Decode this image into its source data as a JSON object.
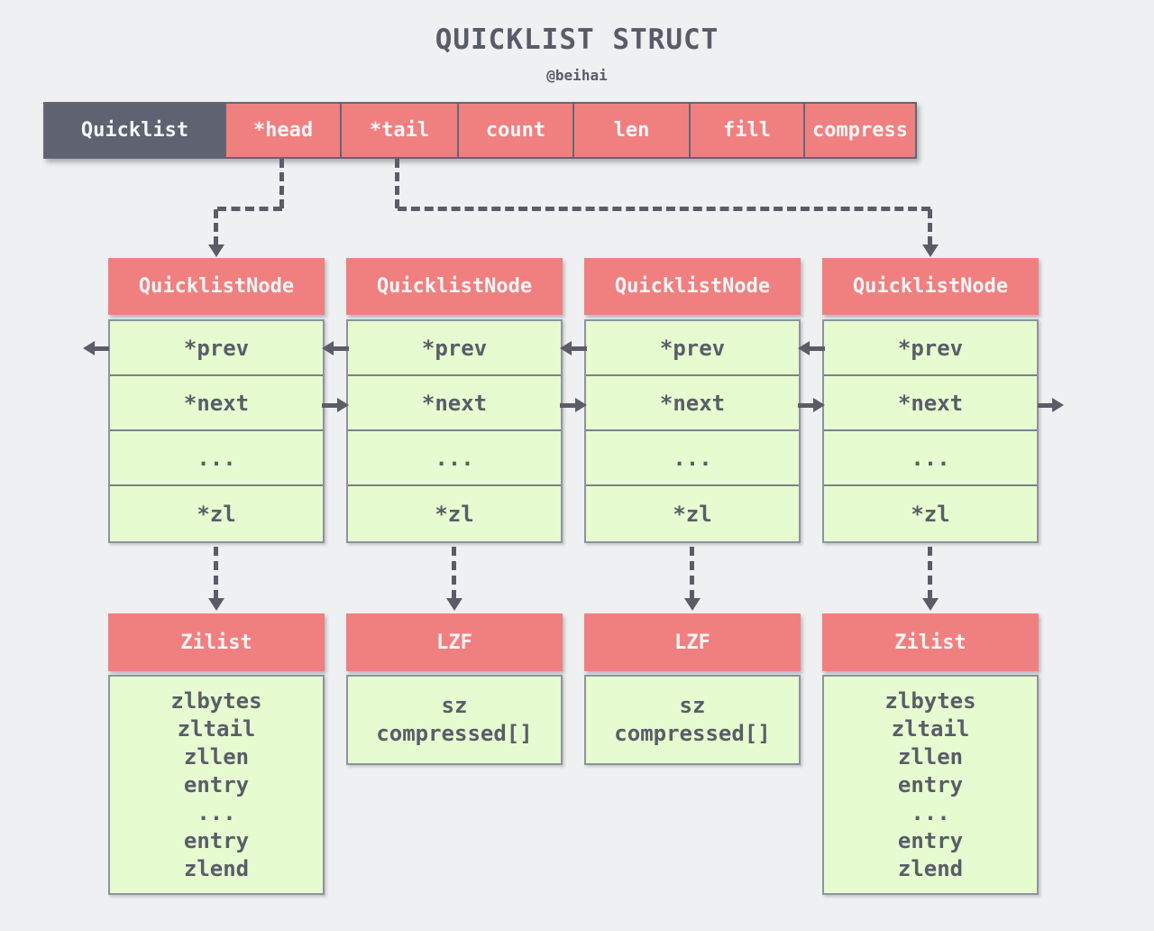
{
  "title": "QUICKLIST STRUCT",
  "subtitle": "@beihai",
  "colors": {
    "background": "#eff0f2",
    "salmon": "#f08080",
    "dark_slate": "#5f6270",
    "light_green": "#e6fbd0",
    "line_gray": "#5a5d68"
  },
  "quicklist_bar": {
    "label": "Quicklist",
    "fields": {
      "head": "*head",
      "tail": "*tail",
      "count": "count",
      "len": "len",
      "fill": "fill",
      "compress": "compress"
    }
  },
  "nodes": [
    {
      "title": "QuicklistNode",
      "rows": [
        "*prev",
        "*next",
        "...",
        "*zl"
      ]
    },
    {
      "title": "QuicklistNode",
      "rows": [
        "*prev",
        "*next",
        "...",
        "*zl"
      ]
    },
    {
      "title": "QuicklistNode",
      "rows": [
        "*prev",
        "*next",
        "...",
        "*zl"
      ]
    },
    {
      "title": "QuicklistNode",
      "rows": [
        "*prev",
        "*next",
        "...",
        "*zl"
      ]
    }
  ],
  "bottom_boxes": [
    {
      "title": "Zilist",
      "lines": [
        "zlbytes",
        "zltail",
        "zllen",
        "entry",
        "...",
        "entry",
        "zlend"
      ]
    },
    {
      "title": "LZF",
      "lines": [
        "sz",
        "compressed[]"
      ]
    },
    {
      "title": "LZF",
      "lines": [
        "sz",
        "compressed[]"
      ]
    },
    {
      "title": "Zilist",
      "lines": [
        "zlbytes",
        "zltail",
        "zllen",
        "entry",
        "...",
        "entry",
        "zlend"
      ]
    }
  ]
}
